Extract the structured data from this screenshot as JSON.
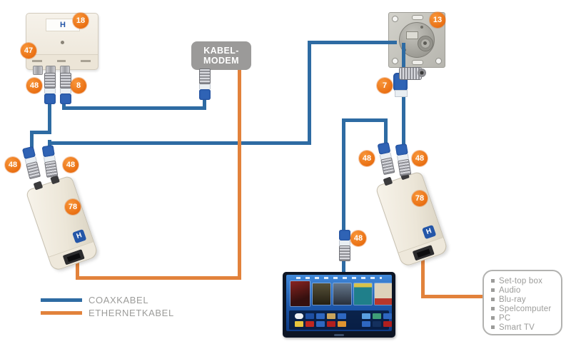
{
  "brand": {
    "logo_letter": "H"
  },
  "modem": {
    "line1": "KABEL-",
    "line2": "MODEM"
  },
  "badges": {
    "splitter_unit": "18",
    "splitter_side": "47",
    "splitter_conn_left": "48",
    "splitter_conn_right": "8",
    "wall_socket": "13",
    "angle_connector": "7",
    "left_adapter_conn_left": "48",
    "left_adapter_conn_right": "48",
    "left_adapter_unit": "78",
    "right_adapter_conn_left": "48",
    "right_adapter_conn_right": "48",
    "right_adapter_unit": "78",
    "tv_cable_conn": "48"
  },
  "legend": {
    "items": [
      {
        "label": "COAXKABEL",
        "color": "#2e6ba3"
      },
      {
        "label": "ETHERNETKABEL",
        "color": "#e2823b"
      }
    ]
  },
  "connected_devices": {
    "items": [
      "Set-top box",
      "Audio",
      "Blu-ray",
      "Spelcomputer",
      "PC",
      "Smart TV"
    ]
  },
  "colors": {
    "coax_cable": "#2e6ba3",
    "ethernet_cable": "#e2823b",
    "badge_orange": "#ef7c21",
    "modem_gray": "#9b9a99",
    "text_gray": "#9c9c9a"
  }
}
